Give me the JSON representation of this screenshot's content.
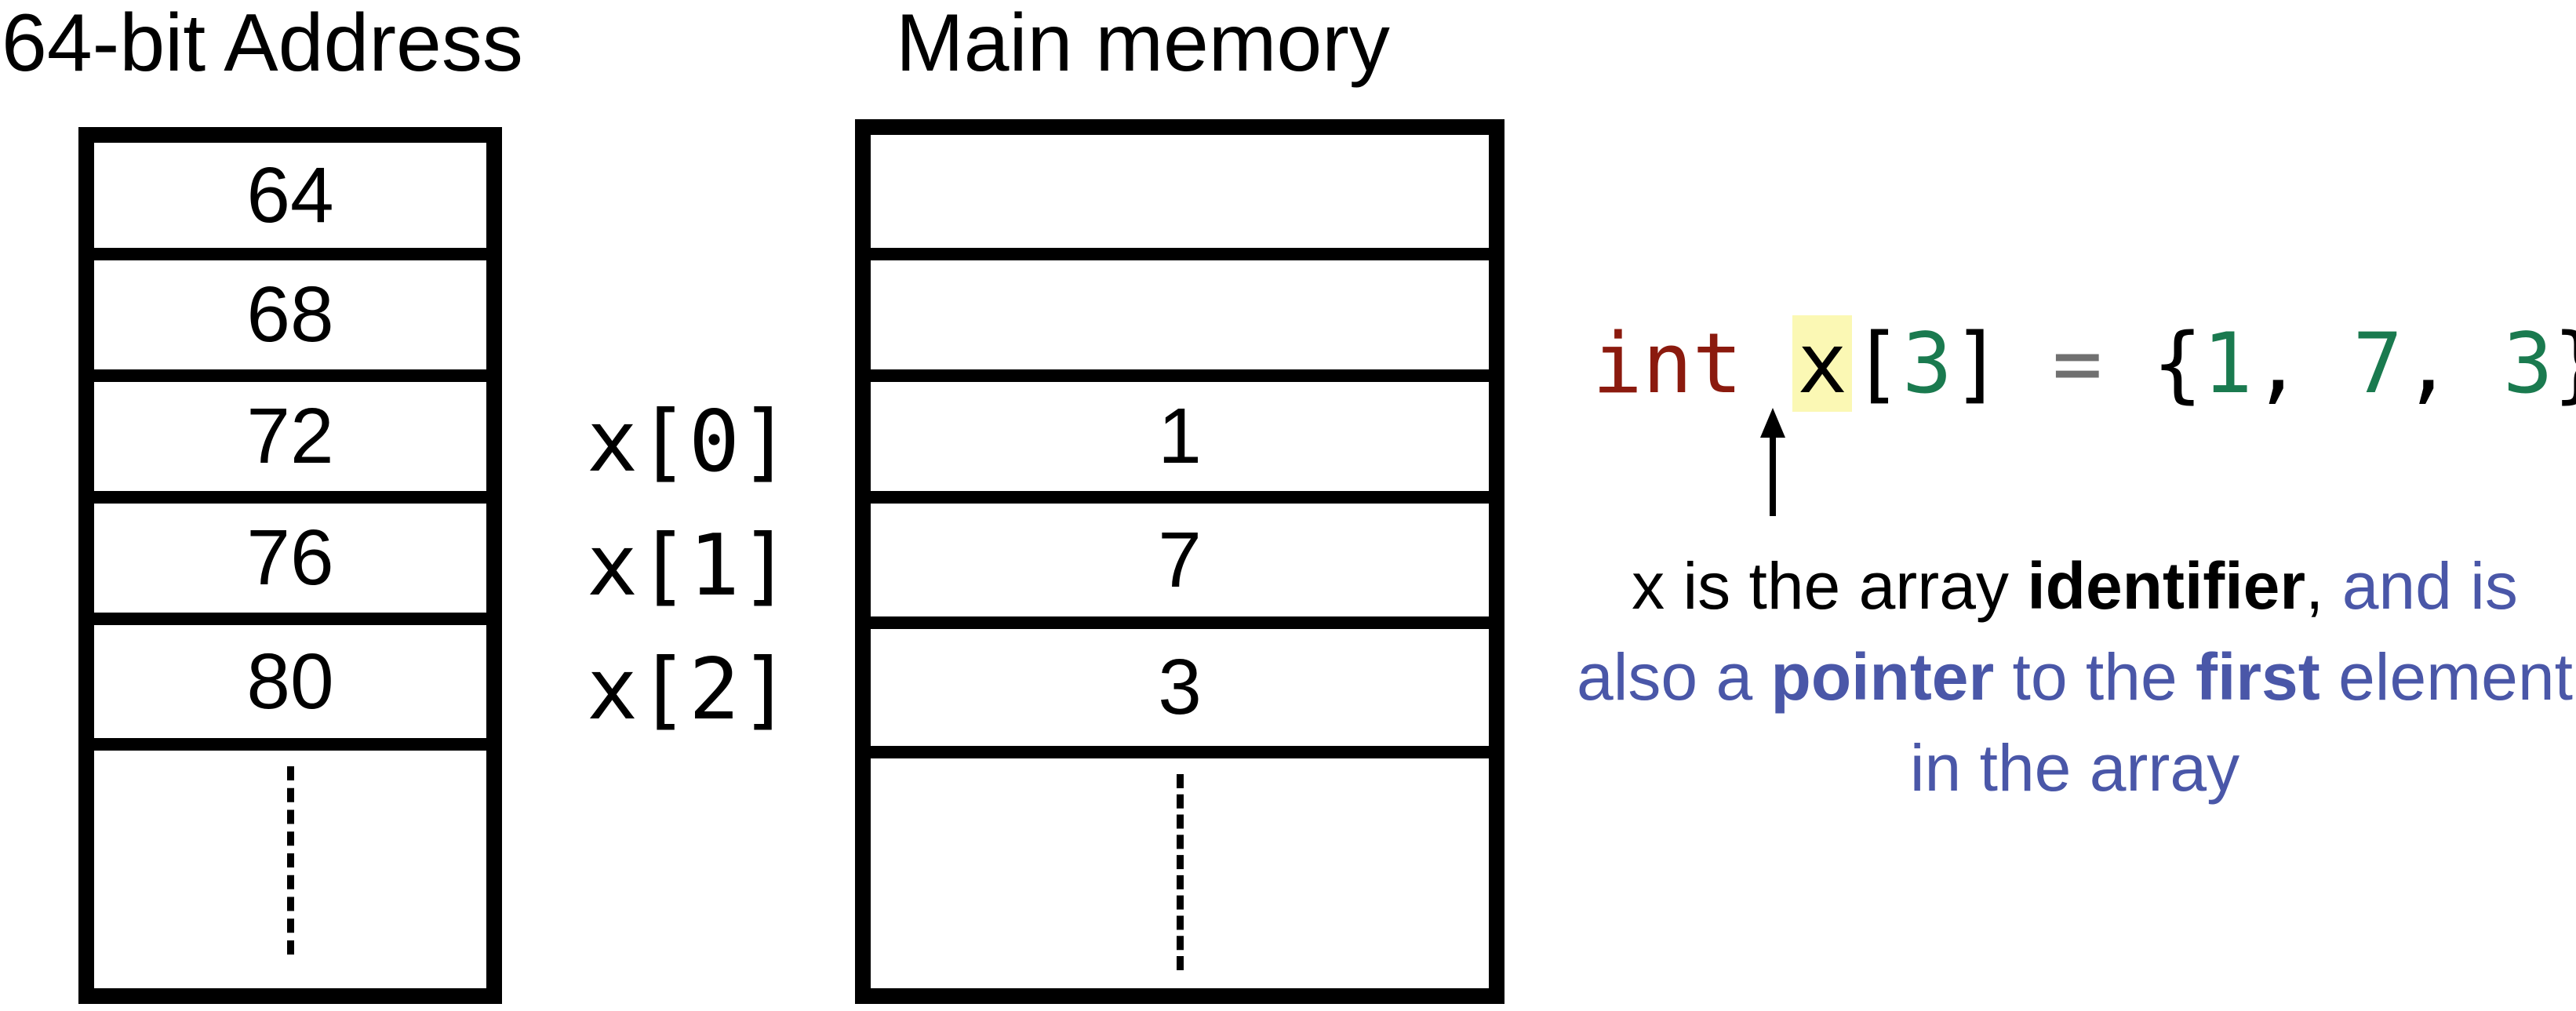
{
  "address_column": {
    "title": "64-bit Address",
    "rows": [
      "64",
      "68",
      "72",
      "76",
      "80",
      ""
    ]
  },
  "memory_column": {
    "title": "Main memory",
    "rows": [
      "",
      "",
      "1",
      "7",
      "3",
      ""
    ]
  },
  "index_labels": [
    "x[0]",
    "x[1]",
    "x[2]"
  ],
  "code": {
    "keyword": "int",
    "identifier": "x",
    "bracket_open": "[",
    "size": "3",
    "bracket_close": "]",
    "equals": "=",
    "brace_open": "{",
    "values": [
      "1",
      "7",
      "3"
    ],
    "comma": ",",
    "brace_close_semicolon": "};"
  },
  "annotation": {
    "part1": "x is the array ",
    "identifier_word": "identifier",
    "comma": ",",
    "part2": " and is also a ",
    "pointer_word": "pointer",
    "part3": " to the ",
    "first_word": "first",
    "part4": " element in the array"
  },
  "colors": {
    "keyword": "#8b1a0e",
    "number": "#1a7a4f",
    "highlight": "#fbf8b4",
    "annotation_blue": "#4a57a8"
  }
}
